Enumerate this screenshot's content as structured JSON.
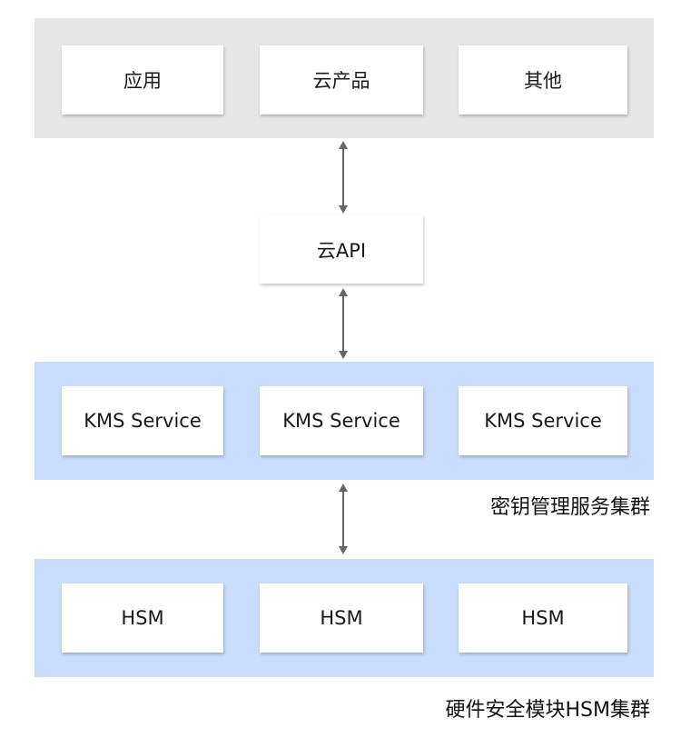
{
  "top_layer": {
    "boxes": [
      "应用",
      "云产品",
      "其他"
    ]
  },
  "api_layer": {
    "label": "云API"
  },
  "kms_cluster": {
    "boxes": [
      "KMS Service",
      "KMS Service",
      "KMS Service"
    ],
    "caption": "密钥管理服务集群"
  },
  "hsm_cluster": {
    "boxes": [
      "HSM",
      "HSM",
      "HSM"
    ],
    "caption": "硬件安全模块HSM集群"
  },
  "colors": {
    "top_band": "#e6e6e6",
    "cluster_band": "#c8dcfb",
    "box_fill": "#ffffff",
    "arrow": "#666666"
  }
}
